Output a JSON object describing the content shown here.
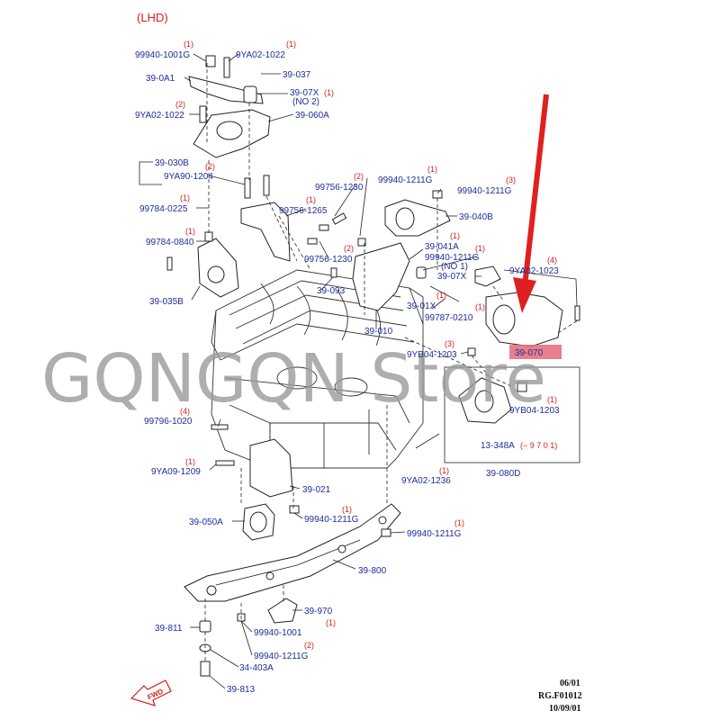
{
  "header": {
    "variant": "(LHD)"
  },
  "labels": {
    "l1": "99940-1001G",
    "l2": "9YA02-1022",
    "l3": "39-0A1",
    "l4": "39-037",
    "l5": "39-07X",
    "l6": "(NO 2)",
    "l7": "9YA02-1022",
    "l8": "39-060A",
    "l9": "39-030B",
    "l10": "9YA90-1204",
    "l11": "99784-0225",
    "l12": "99756-1230",
    "l13": "99940-1211G",
    "l14": "99940-1211G",
    "l15": "99756-1265",
    "l16": "39-040B",
    "l17": "99784-0840",
    "l18": "99756-1230",
    "l19": "39-041A",
    "l20": "99940-1211G",
    "l21": "(NO 1)",
    "l22": "39-07X",
    "l23": "9YA02-1023",
    "l24": "39-093",
    "l25": "39-035B",
    "l26": "39-01X",
    "l27": "99787-0210",
    "l28": "39-010",
    "l29": "9YB04-1203",
    "l30": "39-070",
    "l31": "9YB04-1203",
    "l32": "99796-1020",
    "l33": "13-348A",
    "l34": "(− 9 7 0 1)",
    "l35": "9YA09-1209",
    "l36": "39-021",
    "l37": "9YA02-1236",
    "l38": "39-080D",
    "l39": "39-050A",
    "l40": "99940-1211G",
    "l41": "99940-1211G",
    "l42": "39-800",
    "l43": "39-970",
    "l44": "39-811",
    "l45": "99940-1001",
    "l46": "99940-1211G",
    "l47": "34-403A",
    "l48": "39-813"
  },
  "qty": {
    "q1": "(1)",
    "q2": "(1)",
    "q5": "(1)",
    "q7": "(2)",
    "q10": "(2)",
    "q11": "(1)",
    "q12": "(2)",
    "q13": "(1)",
    "q14": "(3)",
    "q15": "(1)",
    "q17": "(1)",
    "q18": "(2)",
    "q19": "(1)",
    "q20": "(1)",
    "q23": "(4)",
    "q26": "(1)",
    "q27": "(1)",
    "q29": "(3)",
    "q31": "(1)",
    "q32": "(4)",
    "q35": "(1)",
    "q37": "(1)",
    "q40": "(1)",
    "q41": "(1)",
    "q45": "(1)",
    "q46": "(2)"
  },
  "fwd": "FWD",
  "ref": {
    "line1": "06/01",
    "line2": "RG.F01012",
    "line3": "10/09/01"
  },
  "watermark": "GQNGQN Store",
  "colors": {
    "label": "#1f2d9c",
    "quantity": "#d91c1c",
    "highlight": "#e46a78",
    "arrow": "#e02020"
  }
}
